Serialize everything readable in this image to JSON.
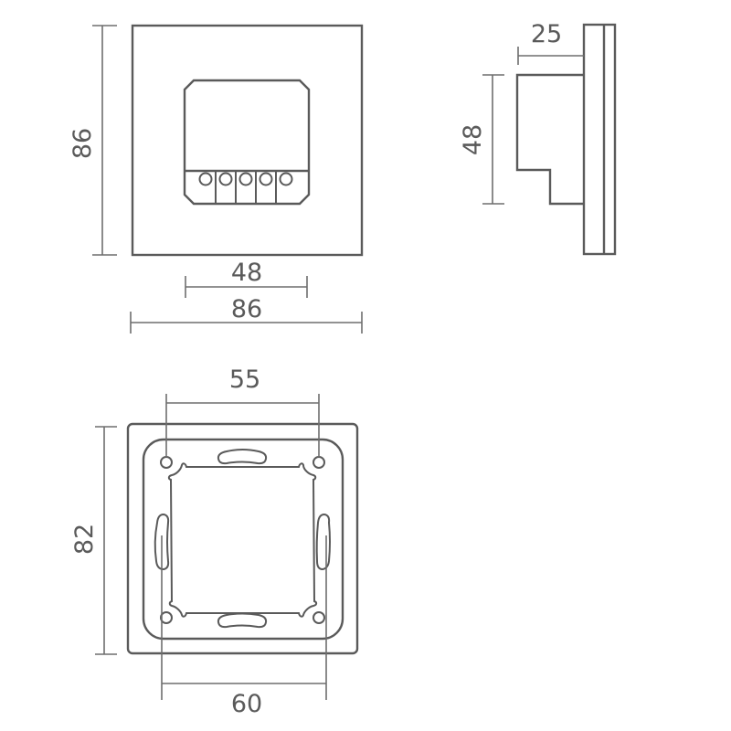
{
  "diagram": {
    "type": "technical-dimension-drawing",
    "subject": "wall switch / thermostat mounting module",
    "units": "mm",
    "line_color": "#5a5a5a",
    "dimension_color": "#6e6e6e",
    "views": {
      "front": {
        "plate": {
          "width_label": "86",
          "height_label": "86"
        },
        "module": {
          "width_label": "48",
          "terminal_count": 5
        }
      },
      "side": {
        "depth_label": "25",
        "module_height_label": "48"
      },
      "mounting_frame": {
        "hole_spacing_label": "55",
        "frame_height_label": "82",
        "slot_spacing_label": "60",
        "mounting_holes": 4,
        "slots": 4
      }
    }
  }
}
